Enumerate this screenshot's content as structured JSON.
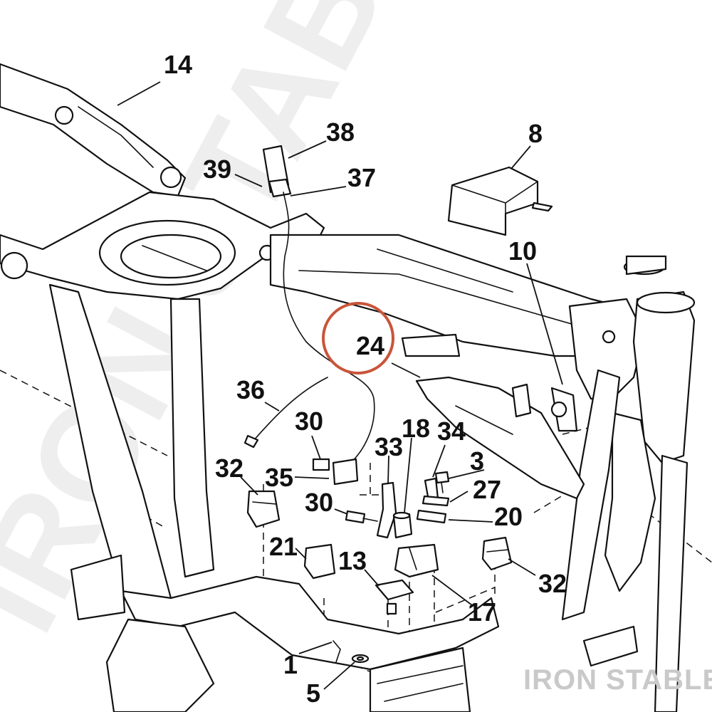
{
  "watermark": {
    "text": "IRON STABLE",
    "corner_text": "IRON STABLE"
  },
  "highlight": {
    "label": "24",
    "color": "#c8553a"
  },
  "callouts": {
    "c14": "14",
    "c38": "38",
    "c39": "39",
    "c37": "37",
    "c8": "8",
    "c10": "10",
    "c24": "24",
    "c36": "36",
    "c30a": "30",
    "c32a": "32",
    "c35": "35",
    "c33": "33",
    "c18": "18",
    "c34": "34",
    "c3": "3",
    "c27": "27",
    "c20": "20",
    "c30b": "30",
    "c21": "21",
    "c13": "13",
    "c32b": "32",
    "c17": "17",
    "c1": "1",
    "c5": "5"
  }
}
